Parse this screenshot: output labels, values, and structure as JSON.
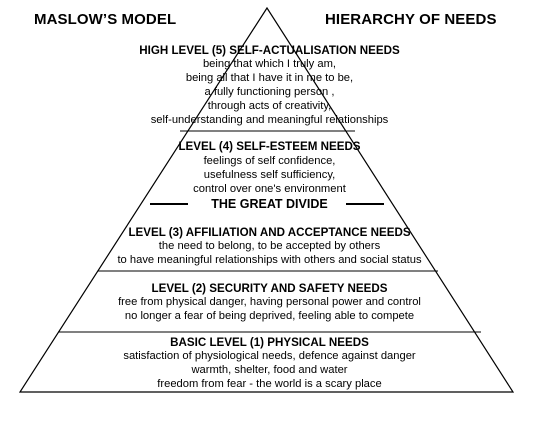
{
  "header": {
    "left_title": "MASLOW’S MODEL",
    "right_title": "HIERARCHY OF NEEDS"
  },
  "levels": [
    {
      "title": "HIGH LEVEL (5) SELF-ACTUALISATION  NEEDS",
      "lines": [
        "being that which I truly am,",
        "being all that I have it in me to be,",
        "a fully functioning person ,",
        "through acts of creativity,",
        "self-understanding  and meaningful relationships"
      ]
    },
    {
      "title": "LEVEL (4) SELF-ESTEEM NEEDS",
      "lines": [
        "feelings of self confidence,",
        "usefulness self sufficiency,",
        "control over one's environment"
      ]
    },
    {
      "title": "LEVEL (3) AFFILIATION  AND ACCEPTANCE NEEDS",
      "lines": [
        "the need to belong, to be accepted by others",
        "to have meaningful relationships with others and social status"
      ]
    },
    {
      "title": "LEVEL (2) SECURITY AND SAFETY NEEDS",
      "lines": [
        "free from physical danger, having personal power and control",
        "no longer a fear of being deprived, feeling able to compete"
      ]
    },
    {
      "title": "BASIC LEVEL (1) PHYSICAL NEEDS",
      "lines": [
        "satisfaction of physiological needs, defence against danger",
        "warmth, shelter, food and water",
        "freedom from fear - the world is a scary place"
      ]
    }
  ],
  "divide_label": "THE GREAT DIVIDE"
}
